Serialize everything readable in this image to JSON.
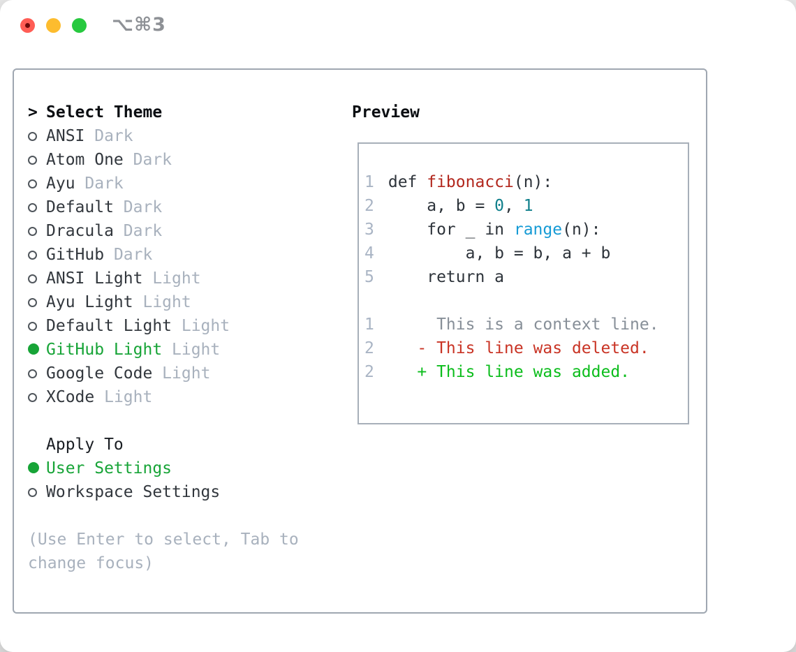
{
  "window": {
    "shortcut_label": "⌥⌘3"
  },
  "colors": {
    "selection_green": "#17a437",
    "added_green": "#0cbd1c",
    "deleted_red": "#c93425",
    "function_red": "#b2271d",
    "number_teal": "#0f7f8b",
    "builtin_blue": "#169bd5",
    "panel_border": "#9fa7b1",
    "muted_gray": "#a8b1bd",
    "traffic_red": "#ff5d55",
    "traffic_yellow": "#fdbc2e",
    "traffic_green": "#27c93f"
  },
  "theme_panel": {
    "prompt": ">",
    "title": "Select Theme",
    "themes": [
      {
        "name": "ANSI",
        "variant": "Dark",
        "selected": false
      },
      {
        "name": "Atom One",
        "variant": "Dark",
        "selected": false
      },
      {
        "name": "Ayu",
        "variant": "Dark",
        "selected": false
      },
      {
        "name": "Default",
        "variant": "Dark",
        "selected": false
      },
      {
        "name": "Dracula",
        "variant": "Dark",
        "selected": false
      },
      {
        "name": "GitHub",
        "variant": "Dark",
        "selected": false
      },
      {
        "name": "ANSI Light",
        "variant": "Light",
        "selected": false
      },
      {
        "name": "Ayu Light",
        "variant": "Light",
        "selected": false
      },
      {
        "name": "Default Light",
        "variant": "Light",
        "selected": false
      },
      {
        "name": "GitHub Light",
        "variant": "Light",
        "selected": true
      },
      {
        "name": "Google Code",
        "variant": "Light",
        "selected": false
      },
      {
        "name": "XCode",
        "variant": "Light",
        "selected": false
      }
    ],
    "apply_to": {
      "title": "Apply To",
      "options": [
        {
          "label": "User Settings",
          "selected": true
        },
        {
          "label": "Workspace Settings",
          "selected": false
        }
      ]
    },
    "help_text": "(Use Enter to select, Tab to change focus)"
  },
  "preview": {
    "title": "Preview",
    "lines": [
      {
        "num": "1",
        "segments": [
          {
            "text": "def ",
            "color": "code"
          },
          {
            "text": "fibonacci",
            "color": "function"
          },
          {
            "text": "(n):",
            "color": "code"
          }
        ]
      },
      {
        "num": "2",
        "segments": [
          {
            "text": "    a, b = ",
            "color": "code"
          },
          {
            "text": "0",
            "color": "number"
          },
          {
            "text": ", ",
            "color": "code"
          },
          {
            "text": "1",
            "color": "number"
          }
        ]
      },
      {
        "num": "3",
        "segments": [
          {
            "text": "    for _ in ",
            "color": "code"
          },
          {
            "text": "range",
            "color": "builtin"
          },
          {
            "text": "(n):",
            "color": "code"
          }
        ]
      },
      {
        "num": "4",
        "segments": [
          {
            "text": "        a, b = b, a + b",
            "color": "code"
          }
        ]
      },
      {
        "num": "5",
        "segments": [
          {
            "text": "    return a",
            "color": "code"
          }
        ]
      },
      {
        "num": "",
        "segments": []
      },
      {
        "num": "1",
        "segments": [
          {
            "text": "     This is a context line.",
            "color": "context"
          }
        ]
      },
      {
        "num": "2",
        "segments": [
          {
            "text": "   - This line was deleted.",
            "color": "deleted"
          }
        ]
      },
      {
        "num": "2",
        "segments": [
          {
            "text": "   + This line was added.",
            "color": "added"
          }
        ]
      }
    ]
  }
}
